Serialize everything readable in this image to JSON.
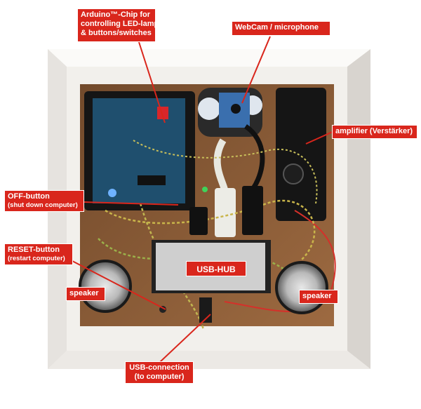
{
  "labels": {
    "arduino_line1": "Arduino™-Chip for",
    "arduino_line2": "controlling LED-lamps",
    "arduino_line3": "& buttons/switches",
    "webcam": "WebCam / microphone",
    "amplifier": "amplifier (Verstärker)",
    "off_button": "OFF-button",
    "off_button_sub": "(shut down computer)",
    "reset_button": "RESET-button",
    "reset_button_sub": "(restart computer)",
    "speaker_left": "speaker",
    "speaker_right": "speaker",
    "usb_hub": "USB-HUB",
    "usb_connection_line1": "USB-connection",
    "usb_connection_line2": "(to computer)"
  },
  "colors": {
    "callout": "#d9261c",
    "frame": "#f4f2ef",
    "board": "#8a5a35",
    "pcb": "#1f4f6e"
  }
}
